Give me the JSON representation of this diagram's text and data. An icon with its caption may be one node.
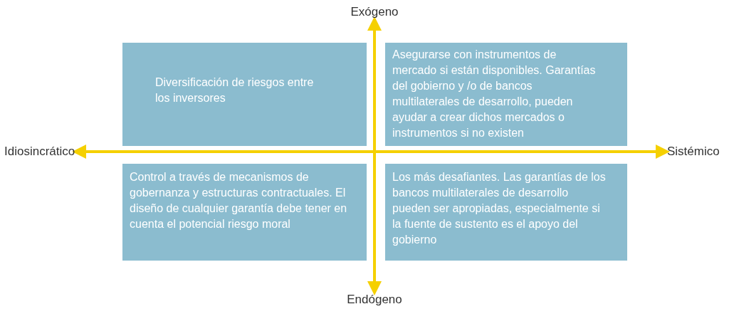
{
  "diagram": {
    "nodes": [
      {
        "text": [
          "Exógeno"
        ]
      },
      {
        "text": [
          "Diversificación de riesgos entre los inversores"
        ]
      },
      {
        "text": [
          "Asegurarse con instrumentos de mercado si están disponibles. Garantías del gobierno y /o de bancos multilaterales de desarrollo, pueden ayudar a crear dichos mercados o instrumentos si no existen"
        ]
      },
      {
        "text": [
          "Idiosincrático"
        ]
      },
      {
        "text": [
          "Sistémico"
        ]
      },
      {
        "text": [
          "Control a través de mecanismos de gobernanza y estructuras contractuales. El diseño de cualquier garantía debe tener en cuenta el potencial riesgo moral"
        ]
      },
      {
        "text": [
          "Los más desafiantes. Las garantías de los bancos multilaterales de desarrollo pueden ser apropiadas, especialmente si la fuente de sustento es el apoyo del gobierno"
        ]
      },
      {
        "text": [
          "Endógeno"
        ]
      }
    ],
    "edges": [
      {
        "from": 3,
        "to": 4,
        "arrow": "both"
      },
      {
        "from": 0,
        "to": 7,
        "arrow": "both"
      }
    ]
  }
}
